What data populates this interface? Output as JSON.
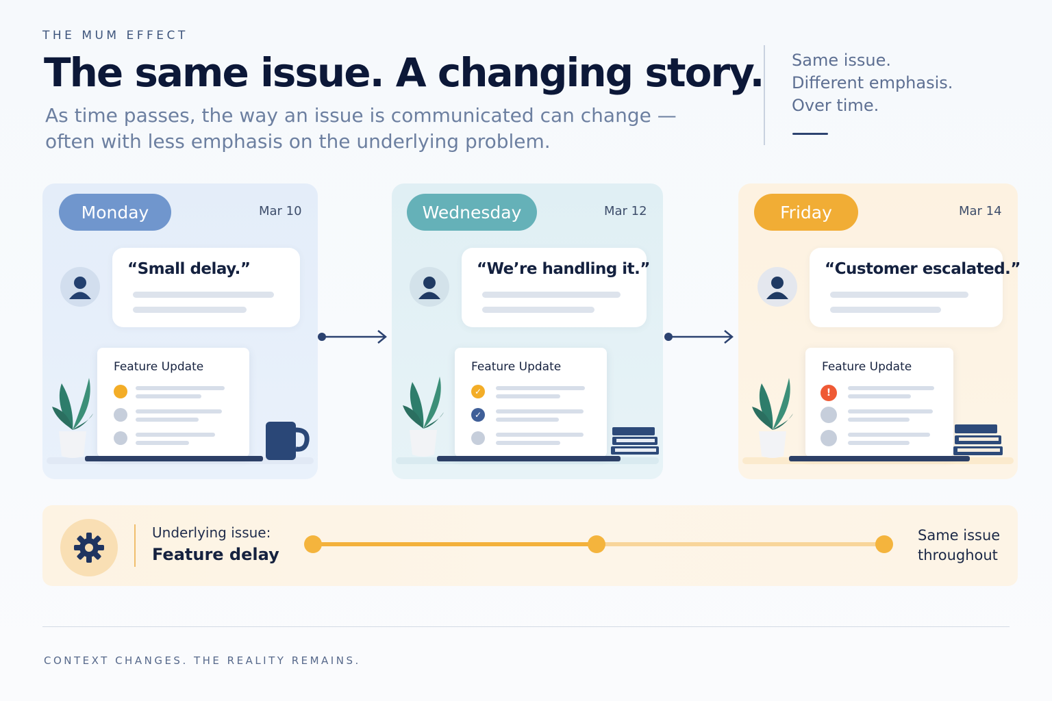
{
  "header": {
    "eyebrow": "THE MUM EFFECT",
    "title": "The same issue. A changing story.",
    "subtitle_line1": "As time passes, the way an issue is communicated can change —",
    "subtitle_line2": "often with less emphasis on the underlying problem."
  },
  "aside": {
    "lines": [
      "Same issue.",
      "Different emphasis.",
      "Over time."
    ]
  },
  "days": [
    {
      "day": "Monday",
      "date": "Mar 10",
      "quote": "“Small delay.”",
      "doc_title": "Feature Update",
      "statuses": [
        "pending",
        "neutral",
        "neutral"
      ]
    },
    {
      "day": "Wednesday",
      "date": "Mar 12",
      "quote": "“We’re handling it.”",
      "doc_title": "Feature Update",
      "statuses": [
        "checked",
        "checked",
        "neutral"
      ]
    },
    {
      "day": "Friday",
      "date": "Mar 14",
      "quote": "“Customer escalated.”",
      "doc_title": "Feature Update",
      "statuses": [
        "alert",
        "neutral",
        "neutral"
      ]
    }
  ],
  "issue": {
    "label": "Underlying issue:",
    "value": "Feature delay",
    "summary_line1": "Same issue",
    "summary_line2": "throughout"
  },
  "footer": "CONTEXT CHANGES. THE REALITY REMAINS.",
  "colors": {
    "monday": "#7096cd",
    "wednesday": "#65b1b8",
    "friday": "#f1ad35",
    "alert": "#ef5a35",
    "navy": "#2c3f66"
  }
}
